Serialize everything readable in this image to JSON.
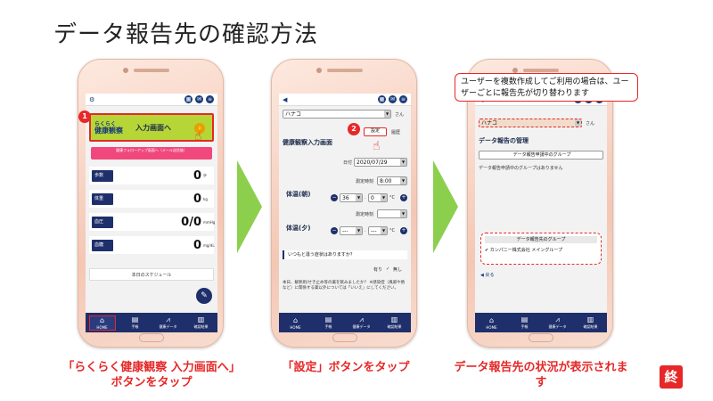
{
  "page": {
    "title": "データ報告先の確認方法"
  },
  "phone1": {
    "step": "1",
    "banner": {
      "logo_small": "らくらく",
      "logo_big": "健康観察",
      "label": "入力画面へ"
    },
    "pink_bar": "健康フォローアップ画面へ（メール送信後）",
    "vitals": [
      {
        "tag": "歩数",
        "value": "0",
        "unit": "歩"
      },
      {
        "tag": "体重",
        "value": "0",
        "unit": "kg"
      },
      {
        "tag": "血圧",
        "value": "0/0",
        "unit": "mmHg"
      },
      {
        "tag": "血糖",
        "value": "0",
        "unit": "mg/dL"
      }
    ],
    "schedule": "本日のスケジュール",
    "nav": [
      "HOME",
      "手帳",
      "健康データ",
      "確認結果"
    ]
  },
  "phone2": {
    "step": "2",
    "user_select": "ハナコ",
    "san": "さん",
    "settings": "設定",
    "history": "履歴",
    "title": "健康観察入力画面",
    "date_label": "日付",
    "date_value": "2020/07/29",
    "temp_am_label": "体温(朝)",
    "temp_pm_label": "体温(夕)",
    "measure_time": "測定時刻",
    "time_am": "8:00",
    "temp_int": "36",
    "temp_dec": "0",
    "temp_dash": "---",
    "unit_c": "°C",
    "question1": "いつもと違う症状はありますか？",
    "answer_yes": "有り",
    "answer_no": "無し",
    "note": "本日、解熱剤/せき止め等の薬を飲みましたか？ ※感染症（風邪や熱など）に関係する薬以外については「いいえ」にしてください。",
    "nav": [
      "HOME",
      "手帳",
      "健康データ",
      "確認結果"
    ]
  },
  "phone3": {
    "callout": "ユーザーを複数作成してご利用の場合は、ユーザーごとに報告先が切り替わります",
    "user_select": "ハナコ",
    "san": "さん",
    "title": "データ報告の管理",
    "applying_head": "データ報告申請中のグループ",
    "applying_none": "データ報告申請中のグループはありません",
    "group_head": "データ報告先のグループ",
    "group_item": "カンパニー株式会社 メイングループ",
    "back": "戻る",
    "nav": [
      "HOME",
      "手帳",
      "健康データ",
      "確認結果"
    ]
  },
  "captions": {
    "c1": "「らくらく健康観察 入力画面へ」ボタンをタップ",
    "c2": "「設定」ボタンをタップ",
    "c3": "データ報告先の状況が表示されます"
  },
  "end_badge": "終",
  "colors": {
    "accent_red": "#e62828",
    "navy": "#1e2f6b",
    "green_banner": "#b5d636",
    "arrow_green": "#8ccf4d",
    "pink": "#f0487c"
  }
}
